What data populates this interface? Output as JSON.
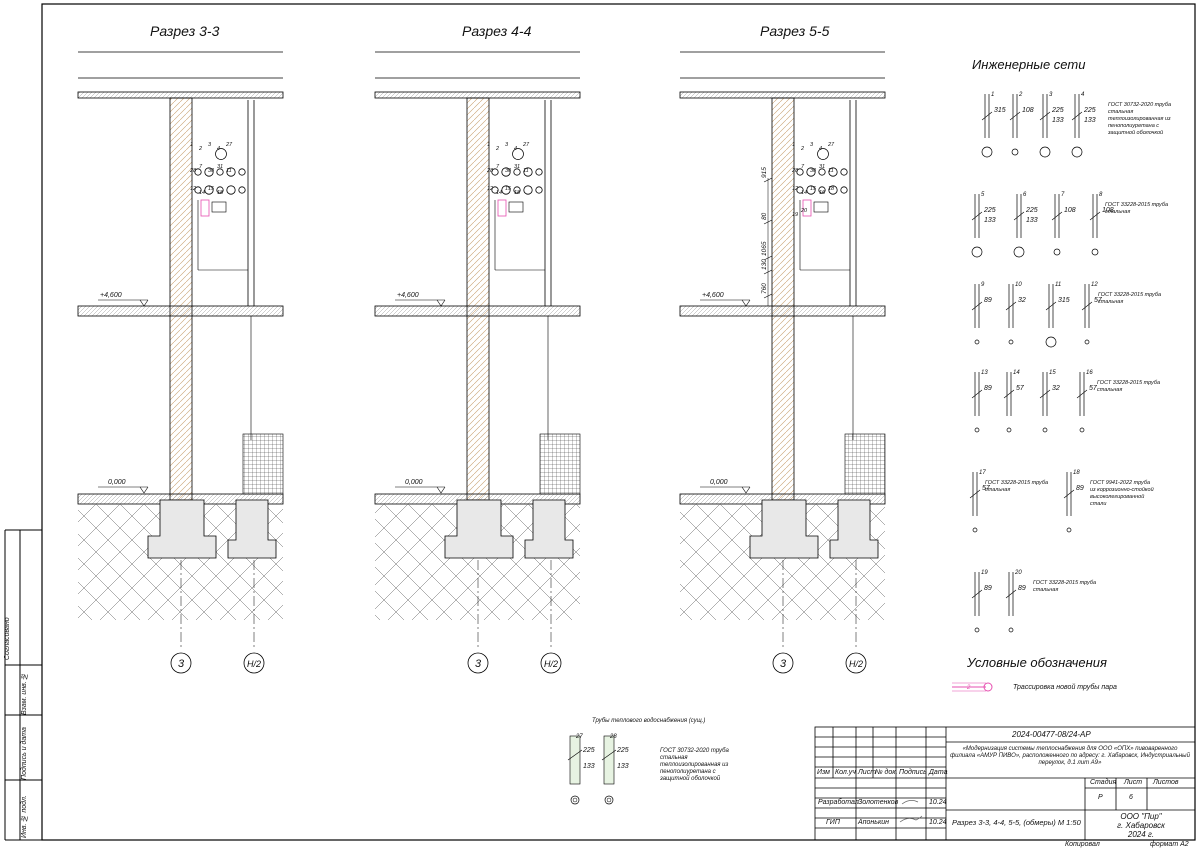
{
  "sections": [
    {
      "title": "Разрез 3-3",
      "axis_left": "3",
      "axis_right": "Н/2",
      "level_top": "+4,600",
      "level_bottom": "0,000",
      "pipe_labels": [
        "1",
        "2",
        "3",
        "4",
        "27",
        "28",
        "7",
        "30",
        "31",
        "11",
        "12",
        "14",
        "15",
        "18"
      ],
      "dims": []
    },
    {
      "title": "Разрез 4-4",
      "axis_left": "3",
      "axis_right": "Н/2",
      "level_top": "+4,600",
      "level_bottom": "0,000",
      "pipe_labels": [
        "1",
        "2",
        "3",
        "4",
        "27",
        "28",
        "7",
        "30",
        "31",
        "11",
        "12",
        "14",
        "15",
        "18"
      ],
      "dims": []
    },
    {
      "title": "Разрез 5-5",
      "axis_left": "3",
      "axis_right": "Н/2",
      "level_top": "+4,600",
      "level_bottom": "0,000",
      "pipe_labels": [
        "1",
        "2",
        "3",
        "4",
        "27",
        "28",
        "7",
        "30",
        "31",
        "11",
        "12",
        "14",
        "15",
        "16",
        "18",
        "19",
        "20"
      ],
      "dims": [
        "915",
        "80",
        "1065",
        "130",
        "760"
      ]
    }
  ],
  "networks": {
    "title": "Инженерные сети",
    "groups": [
      {
        "note": "ГОСТ 30732-2020 труба стальная теплоизолированная из пенополиуретана с защитной оболочкой",
        "pipes": [
          {
            "n": "1",
            "d": [
              "315"
            ]
          },
          {
            "n": "2",
            "d": [
              "108"
            ]
          },
          {
            "n": "3",
            "d": [
              "225",
              "133"
            ]
          },
          {
            "n": "4",
            "d": [
              "225",
              "133"
            ]
          }
        ]
      },
      {
        "note": "ГОСТ 33228-2015 труба стальная",
        "pipes": [
          {
            "n": "5",
            "d": [
              "225",
              "133"
            ]
          },
          {
            "n": "6",
            "d": [
              "225",
              "133"
            ]
          },
          {
            "n": "7",
            "d": [
              "108"
            ]
          },
          {
            "n": "8",
            "d": [
              "108"
            ]
          }
        ]
      },
      {
        "note": "ГОСТ 33228-2015 труба стальная",
        "pipes": [
          {
            "n": "9",
            "d": [
              "89"
            ]
          },
          {
            "n": "10",
            "d": [
              "32"
            ]
          },
          {
            "n": "11",
            "d": [
              "315"
            ]
          },
          {
            "n": "12",
            "d": [
              "57"
            ]
          }
        ]
      },
      {
        "note": "ГОСТ 33228-2015 труба стальная",
        "pipes": [
          {
            "n": "13",
            "d": [
              "89"
            ]
          },
          {
            "n": "14",
            "d": [
              "57"
            ]
          },
          {
            "n": "15",
            "d": [
              "32"
            ]
          },
          {
            "n": "16",
            "d": [
              "57"
            ]
          }
        ]
      },
      {
        "note": "ГОСТ 33228-2015 труба стальная",
        "pipes": [
          {
            "n": "17",
            "d": [
              "57"
            ]
          }
        ]
      },
      {
        "note": "ГОСТ 9941-2022 труба из коррозионно-стойкой высоколегированной стали",
        "pipes": [
          {
            "n": "18",
            "d": [
              "89"
            ]
          }
        ]
      },
      {
        "note": "ГОСТ 33228-2015 труба стальная",
        "pipes": [
          {
            "n": "19",
            "d": [
              "89"
            ]
          },
          {
            "n": "20",
            "d": [
              "89"
            ]
          }
        ]
      }
    ]
  },
  "legend": {
    "title": "Условные обозначения",
    "item_label": "Трассировка новой трубы пара",
    "item_symbol": "2",
    "color": "#e64fb0"
  },
  "heating": {
    "title": "Трубы теплового водоснабжения (сущ.)",
    "pipes": [
      {
        "n": "27",
        "d": [
          "225",
          "133"
        ]
      },
      {
        "n": "28",
        "d": [
          "225",
          "133"
        ]
      }
    ],
    "note": "ГОСТ 30732-2020 труба стальная теплоизолированная из пенополиуретана с защитной оболочкой"
  },
  "stamp": {
    "code": "2024-00477-08/24-АР",
    "project": "«Модернизация системы теплоснабжения для ООО «ОПХ» пивоваренного филиала «АМУР ПИВО», расположенного по адресу: г. Хабаровск, Индустриальный переулок, д.1 лит А9»",
    "cols": [
      "Изм",
      "Кол.уч",
      "Лист",
      "№ док.",
      "Подпись",
      "Дата"
    ],
    "rows": [
      {
        "role": "Разработал",
        "name": "Золотенков",
        "date": "10.24"
      },
      {
        "role": "ГИП",
        "name": "Апонькин",
        "date": "10.24"
      }
    ],
    "stage_h": "Стадия",
    "sheet_h": "Лист",
    "sheets_h": "Листов",
    "stage": "Р",
    "sheet": "6",
    "sheets": "",
    "sheet_title": "Разрез 3-3, 4-4, 5-5, (обмеры) М 1:50",
    "org": "ООО \"Пир\"",
    "city": "г. Хабаровск",
    "year": "2024 г.",
    "copied": "Копировал",
    "format": "формат А2"
  },
  "left_strip": {
    "agreed": "Согласовано",
    "inv_zam": "Взам. инв. №",
    "sign_date": "Подпись и дата",
    "inv_podl": "Инв. № подл."
  },
  "colors": {
    "wall_hatch": "#c8a070",
    "accent": "#e64fb0"
  }
}
